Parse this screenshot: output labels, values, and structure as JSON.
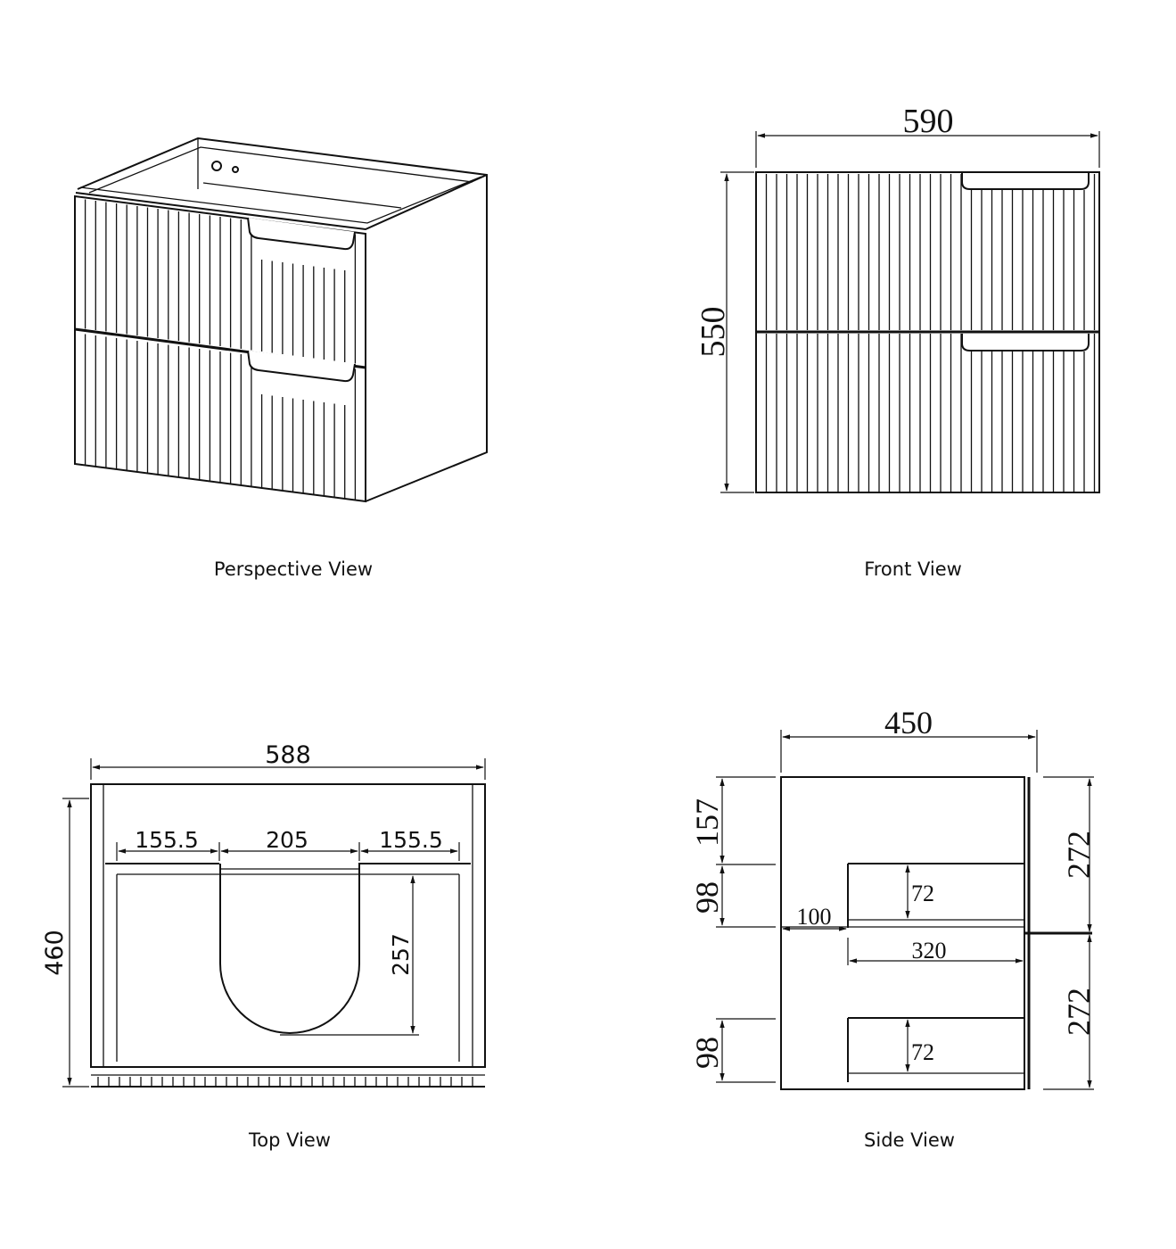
{
  "captions": {
    "perspective": "Perspective View",
    "front": "Front View",
    "top": "Top View",
    "side": "Side View"
  },
  "front": {
    "width": "590",
    "height": "550"
  },
  "top": {
    "width": "588",
    "depth": "460",
    "left_segment": "155.5",
    "middle_segment": "205",
    "right_segment": "155.5",
    "cutout_depth": "257"
  },
  "side": {
    "depth": "450",
    "top_gap": "157",
    "upper_drawer_height": "98",
    "lower_drawer_height": "98",
    "upper_drawer_zone": "272",
    "lower_drawer_zone": "272",
    "inset": "100",
    "drawer_depth": "320",
    "upper_inner": "72",
    "lower_inner": "72"
  },
  "colors": {
    "line": "#111111",
    "background": "#ffffff"
  }
}
